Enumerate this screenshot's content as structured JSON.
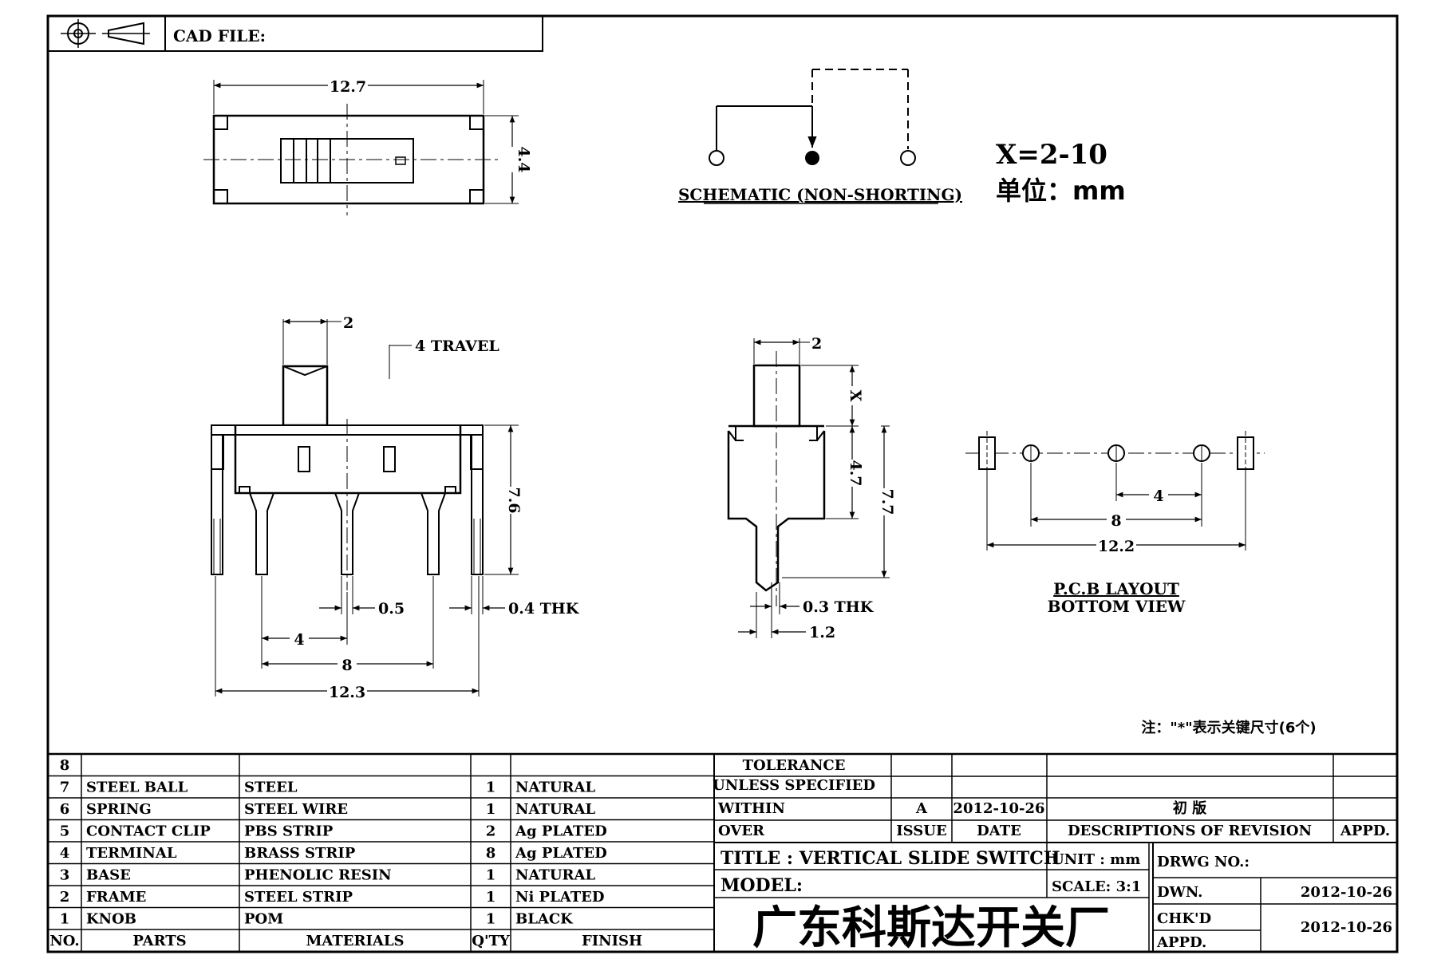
{
  "header": {
    "cad_file_label": "CAD FILE:"
  },
  "top_view": {
    "dim_length": "12.7",
    "dim_height": "4.4"
  },
  "schematic": {
    "label": "SCHEMATIC (NON-SHORTING)"
  },
  "notes": {
    "x_range": "X=2-10",
    "unit_note": "单位：mm",
    "key_dim_note": "注：\"*\"表示关键尺寸(6个)"
  },
  "front_view": {
    "dim_knob": "2",
    "travel": "4 TRAVEL",
    "dim_body_h": "7.6",
    "dim_pin_w": "0.5",
    "dim_thk": "0.4 THK",
    "dim_pitch": "4",
    "dim_span": "8",
    "dim_total": "12.3"
  },
  "side_view": {
    "dim_knob": "2",
    "dim_x": "X",
    "dim_body": "4.7",
    "dim_total": "7.7",
    "dim_thk": "0.3 THK",
    "dim_pin": "1.2"
  },
  "pcb_layout": {
    "dim_pitch": "4",
    "dim_span": "8",
    "dim_total": "12.2",
    "title_line1": "P.C.B LAYOUT",
    "title_line2": "BOTTOM VIEW"
  },
  "bom": {
    "rows": [
      {
        "no": "8",
        "part": "",
        "material": "",
        "qty": "",
        "finish": ""
      },
      {
        "no": "7",
        "part": "STEEL BALL",
        "material": "STEEL",
        "qty": "1",
        "finish": "NATURAL"
      },
      {
        "no": "6",
        "part": "SPRING",
        "material": "STEEL WIRE",
        "qty": "1",
        "finish": "NATURAL"
      },
      {
        "no": "5",
        "part": "CONTACT CLIP",
        "material": "PBS STRIP",
        "qty": "2",
        "finish": "Ag PLATED"
      },
      {
        "no": "4",
        "part": "TERMINAL",
        "material": "BRASS STRIP",
        "qty": "8",
        "finish": "Ag PLATED"
      },
      {
        "no": "3",
        "part": "BASE",
        "material": "PHENOLIC RESIN",
        "qty": "1",
        "finish": "NATURAL"
      },
      {
        "no": "2",
        "part": "FRAME",
        "material": "STEEL STRIP",
        "qty": "1",
        "finish": "Ni PLATED"
      },
      {
        "no": "1",
        "part": "KNOB",
        "material": "POM",
        "qty": "1",
        "finish": "BLACK"
      }
    ],
    "headers": {
      "no": "NO.",
      "part": "PARTS",
      "material": "MATERIALS",
      "qty": "Q'TY",
      "finish": "FINISH"
    }
  },
  "title_block": {
    "tolerance_line1": "TOLERANCE",
    "tolerance_line2": "UNLESS  SPECIFIED",
    "within": "WITHIN",
    "over": "OVER",
    "rev_issue": "A",
    "rev_date": "2012-10-26",
    "rev_desc": "初  版",
    "issue_label": "ISSUE",
    "date_label": "DATE",
    "desc_label": "DESCRIPTIONS OF REVISION",
    "appd_label": "APPD.",
    "title": "TITLE :   VERTICAL  SLIDE  SWITCH",
    "unit": "UNIT :   mm",
    "drwg_no": "DRWG NO.:",
    "model": "MODEL:",
    "scale": "SCALE:   3:1",
    "company": "广东科斯达开关厂",
    "dwn_label": "DWN.",
    "dwn_date": "2012-10-26",
    "chkd_label": "CHK'D",
    "chkd_date": "2012-10-26",
    "appd2_label": "APPD."
  }
}
